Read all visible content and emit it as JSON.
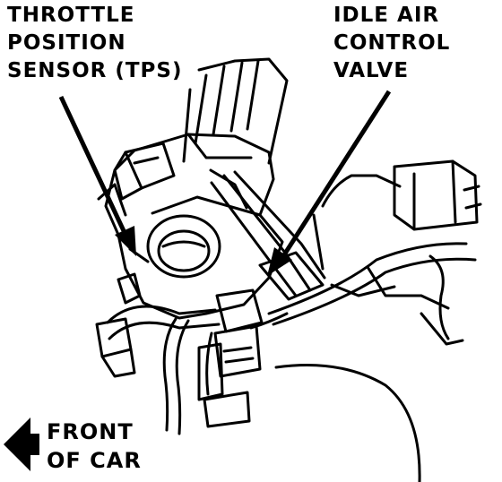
{
  "labels": {
    "tps": [
      "THROTTLE",
      "POSITION",
      "SENSOR (TPS)"
    ],
    "iac": [
      "IDLE AIR",
      "CONTROL",
      "VALVE"
    ],
    "front": [
      "FRONT",
      "OF CAR"
    ]
  },
  "icons": {
    "front_arrow": "left-arrow-icon"
  },
  "colors": {
    "ink": "#000000",
    "paper": "#ffffff"
  }
}
